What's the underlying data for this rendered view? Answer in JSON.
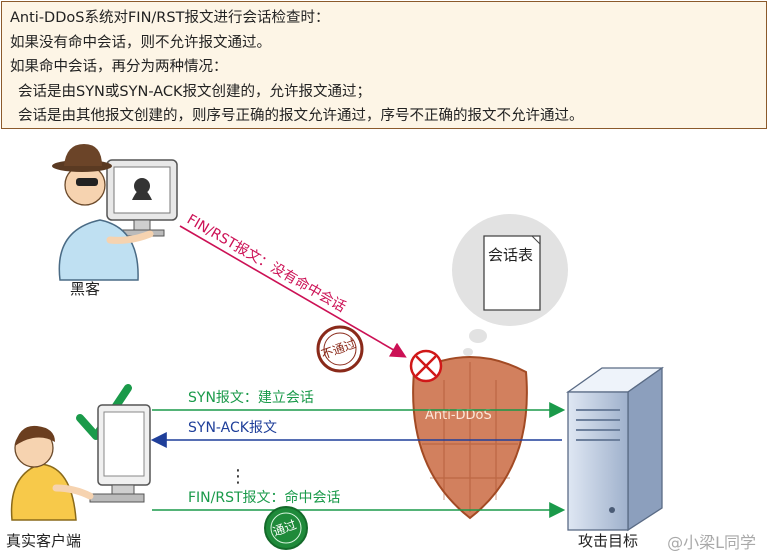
{
  "note": {
    "lines": [
      "Anti-DDoS系统对FIN/RST报文进行会话检查时：",
      "如果没有命中会话，则不允许报文通过。",
      "如果命中会话，再分为两种情况：",
      "会话是由SYN或SYN-ACK报文创建的，允许报文通过；",
      "会话是由其他报文创建的，则序号正确的报文允许通过，序号不正确的报文不允许通过。"
    ]
  },
  "actors": {
    "hacker": "黑客",
    "client": "真实客户端",
    "target": "攻击目标"
  },
  "session_table": "会话表",
  "shield": "Anti-DDoS",
  "attack": {
    "message": "FIN/RST报文：没有命中会话",
    "stamp": "不通过"
  },
  "flows": {
    "syn": "SYN报文：建立会话",
    "synack": "SYN-ACK报文",
    "ellipsis": "⋮",
    "finrst": "FIN/RST报文：命中会话",
    "stamp": "通过"
  },
  "watermark": "@小梁L同学",
  "colors": {
    "attack": "#cc1155",
    "forward": "#1a9a4a",
    "backward": "#1f3f9a",
    "shield": "#c8643a"
  }
}
